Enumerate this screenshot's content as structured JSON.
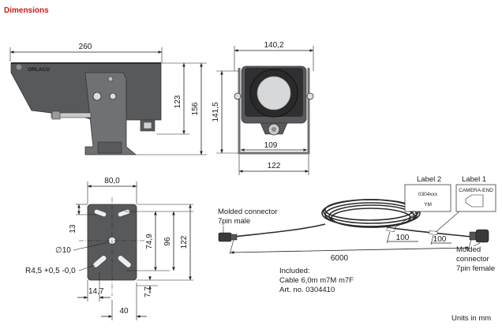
{
  "heading": "Dimensions",
  "colors": {
    "heading": "#cc1a1a",
    "body": "#58595b",
    "body_dark": "#3e3f41",
    "bracket": "#707174",
    "lens": "#d7d8d9",
    "cable": "#2b2b2b"
  },
  "side_view": {
    "width_dim": "260",
    "height_dim_a": "123",
    "height_dim_b": "156"
  },
  "front_view": {
    "width_dim": "140,2",
    "height_dim_a": "141,5",
    "base_dim": "109",
    "bottom_dim": "122"
  },
  "bracket_view": {
    "width_dim": "80,0",
    "dim_13": "13",
    "dim_74_9": "74,9",
    "dim_96": "96",
    "dim_122": "122",
    "hole_dia": "∅10",
    "slot_radius": "R4,5 +0,5 -0,0",
    "dim_14_7": "14,7",
    "dim_7_7": "7,7",
    "dim_40": "40"
  },
  "cable": {
    "left_connector_line1": "Molded connector",
    "left_connector_line2": "7pin male",
    "right_connector_line1": "Molded",
    "right_connector_line2": "connector",
    "right_connector_line3": "7pin female",
    "length_dim": "6000",
    "label2_offset": "100",
    "label1_offset": "100",
    "label2_title": "Label 2",
    "label2_line1": "0304xxx",
    "label2_line2": "YM",
    "label1_title": "Label 1",
    "label1_text": "CAMERA-END",
    "included_line1": "Included:",
    "included_line2": "Cable 6,0m m7M m7F",
    "included_line3": "Art. no. 0304410"
  },
  "units_note": "Units in mm"
}
